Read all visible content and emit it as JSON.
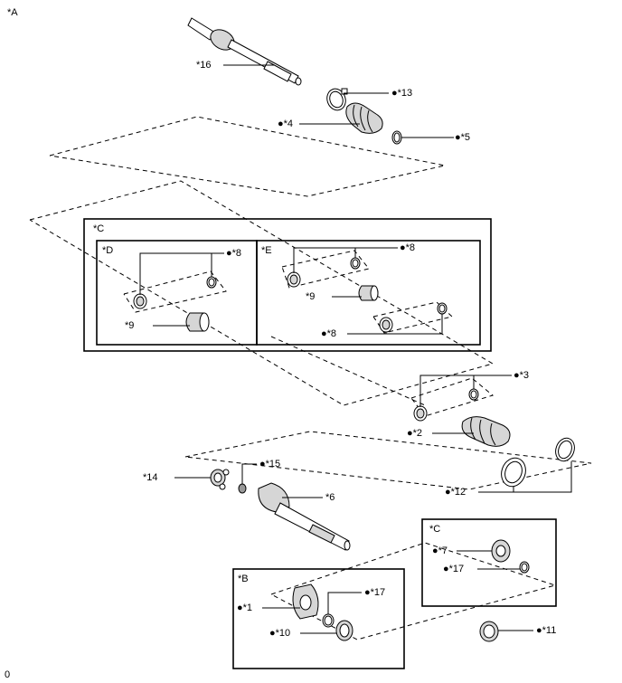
{
  "figure_id": "A",
  "code": "0",
  "views": [
    {
      "key": "view_a",
      "label": "*A"
    },
    {
      "key": "view_b",
      "label": "*B"
    },
    {
      "key": "view_c1",
      "label": "*C"
    },
    {
      "key": "view_c2",
      "label": "*C"
    },
    {
      "key": "view_d",
      "label": "*D"
    },
    {
      "key": "view_e",
      "label": "*E"
    }
  ],
  "callouts": [
    {
      "key": "c16",
      "text": "*16",
      "part": "front axle inner shaft"
    },
    {
      "key": "c13",
      "text": "●*13",
      "part": "boot clamp"
    },
    {
      "key": "c4",
      "text": "●*4",
      "part": "boot"
    },
    {
      "key": "c5",
      "text": "●*5",
      "part": "boot clamp"
    },
    {
      "key": "c8a",
      "text": "●*8",
      "part": "boot clamp"
    },
    {
      "key": "c9a",
      "text": "*9",
      "part": "dynamic damper"
    },
    {
      "key": "c8b",
      "text": "●*8",
      "part": "boot clamp"
    },
    {
      "key": "c9b",
      "text": "*9",
      "part": "dynamic damper"
    },
    {
      "key": "c8c",
      "text": "●*8",
      "part": "boot clamp"
    },
    {
      "key": "c3",
      "text": "●*3",
      "part": "boot clamp"
    },
    {
      "key": "c2",
      "text": "●*2",
      "part": "boot"
    },
    {
      "key": "c12",
      "text": "●*12",
      "part": "boot clamp"
    },
    {
      "key": "c14",
      "text": "*14",
      "part": "tripod joint"
    },
    {
      "key": "c15",
      "text": "●*15",
      "part": "snap ring"
    },
    {
      "key": "c6",
      "text": "*6",
      "part": "inboard joint assembly"
    },
    {
      "key": "c7",
      "text": "●*7",
      "part": "bearing"
    },
    {
      "key": "c17a",
      "text": "●*17",
      "part": "snap ring"
    },
    {
      "key": "c1",
      "text": "●*1",
      "part": "bearing bracket"
    },
    {
      "key": "c17b",
      "text": "●*17",
      "part": "snap ring"
    },
    {
      "key": "c10",
      "text": "●*10",
      "part": "dust seal"
    },
    {
      "key": "c11",
      "text": "●*11",
      "part": "dust seal"
    }
  ]
}
